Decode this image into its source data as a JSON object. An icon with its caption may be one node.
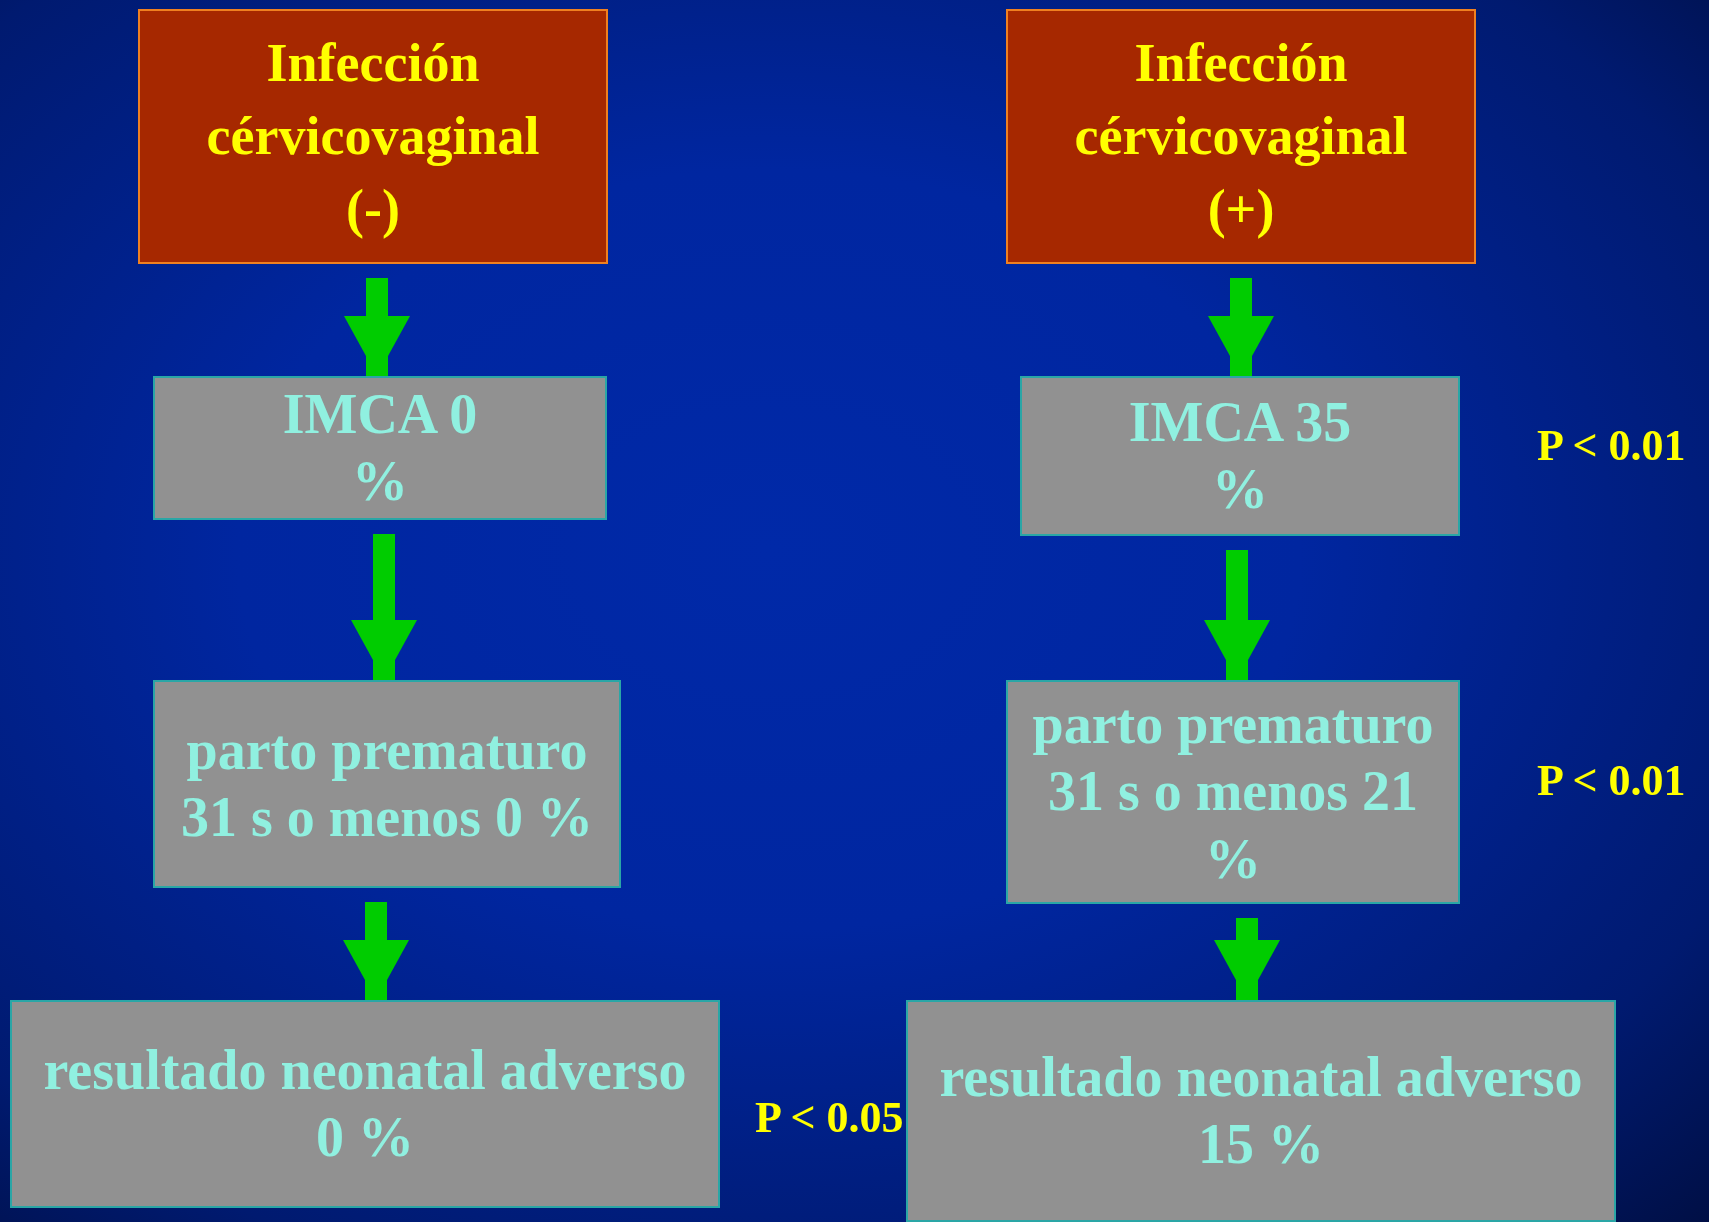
{
  "diagram": {
    "nodes": [
      {
        "text": [
          "Infección cérvicovaginal (-)"
        ]
      },
      {
        "text": [
          "IMCA 0 %"
        ]
      },
      {
        "text": [
          "parto prematuro 31 s o menos 0 %"
        ]
      },
      {
        "text": [
          "resultado neonatal adverso 0 %"
        ]
      },
      {
        "text": [
          "Infección cérvicovaginal (+)"
        ]
      },
      {
        "text": [
          "IMCA 35 %"
        ]
      },
      {
        "text": [
          "parto prematuro 31 s o menos 21 %"
        ]
      },
      {
        "text": [
          "resultado neonatal adverso 15 %"
        ]
      }
    ],
    "edges": [
      {
        "from": 0,
        "to": 1,
        "arrow": "to"
      },
      {
        "from": 1,
        "to": 2,
        "arrow": "to"
      },
      {
        "from": 2,
        "to": 3,
        "arrow": "to"
      },
      {
        "from": 4,
        "to": 5,
        "arrow": "to"
      },
      {
        "from": 5,
        "to": 6,
        "arrow": "to"
      },
      {
        "from": 6,
        "to": 7,
        "arrow": "to"
      }
    ],
    "labels": [
      "P < 0.01",
      "P < 0.01",
      "P < 0.05"
    ]
  }
}
